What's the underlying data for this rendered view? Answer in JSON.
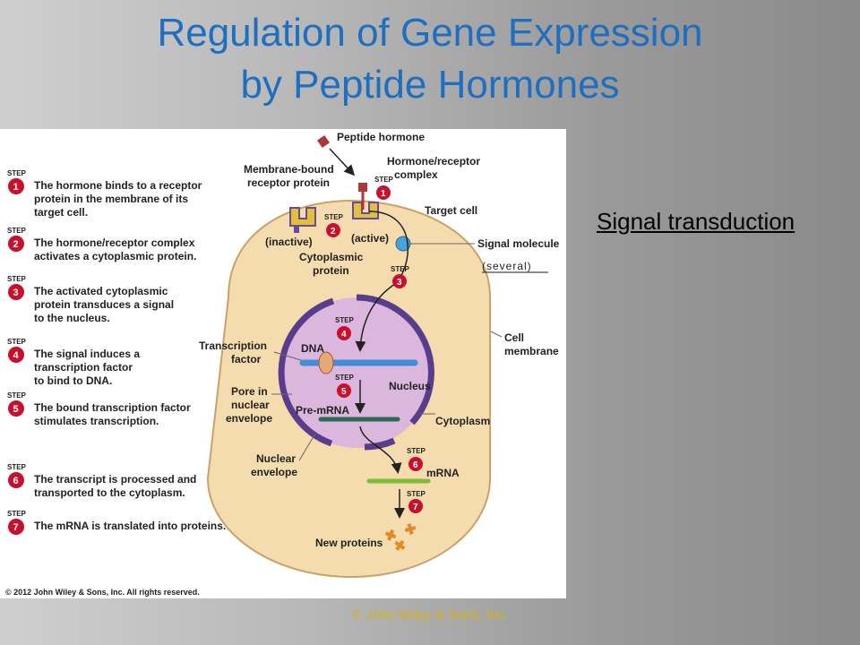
{
  "slide": {
    "title_line1": "Regulation of Gene Expression",
    "title_line2": "by Peptide Hormones",
    "side_label": "Signal transduction",
    "footer": "© John Wiley & Sons, Inc."
  },
  "figure": {
    "step_word": "STEP",
    "steps": [
      {
        "num": "1",
        "line1": "The hormone binds to a receptor",
        "line2": "protein in the membrane of its",
        "line3": "target cell."
      },
      {
        "num": "2",
        "line1": "The hormone/receptor complex",
        "line2": "activates a cytoplasmic protein.",
        "line3": ""
      },
      {
        "num": "3",
        "line1": "The activated cytoplasmic",
        "line2": "protein transduces a signal",
        "line3": "to the nucleus."
      },
      {
        "num": "4",
        "line1": "The signal induces a",
        "line2": "transcription factor",
        "line3": "to bind to DNA."
      },
      {
        "num": "5",
        "line1": "The bound transcription factor",
        "line2": "stimulates transcription.",
        "line3": ""
      },
      {
        "num": "6",
        "line1": "The transcript is processed and",
        "line2": "transported to the cytoplasm.",
        "line3": ""
      },
      {
        "num": "7",
        "line1": "The mRNA is translated into proteins.",
        "line2": "",
        "line3": ""
      }
    ],
    "copyright": "© 2012 John Wiley & Sons, Inc. All rights reserved.",
    "labels": {
      "peptide_hormone": "Peptide hormone",
      "hormone_receptor_1": "Hormone/receptor",
      "hormone_receptor_2": "complex",
      "membrane_bound_1": "Membrane-bound",
      "membrane_bound_2": "receptor protein",
      "target_cell": "Target cell",
      "inactive": "(inactive)",
      "active": "(active)",
      "signal_molecule": "Signal molecule",
      "several": "(several)",
      "cytoplasmic_1": "Cytoplasmic",
      "cytoplasmic_2": "protein",
      "transcription_factor_1": "Transcription",
      "transcription_factor_2": "factor",
      "dna": "DNA",
      "cell_membrane_1": "Cell",
      "cell_membrane_2": "membrane",
      "pore_1": "Pore in",
      "pore_2": "nuclear",
      "pore_3": "envelope",
      "nucleus": "Nucleus",
      "pre_mrna": "Pre-mRNA",
      "cytoplasm": "Cytoplasm",
      "nuclear_envelope_1": "Nuclear",
      "nuclear_envelope_2": "envelope",
      "mrna": "mRNA",
      "new_proteins": "New proteins"
    }
  },
  "colors": {
    "title": "#1f6fc0",
    "footer": "#d4b21c",
    "cell": "#f4dcae",
    "cell_edge": "#c9a26a",
    "nucleus": "#dcb7dd",
    "nuclear_envelope": "#5a3c8c",
    "dna": "#3f8ed8",
    "pre_mrna": "#2d6a55",
    "mrna": "#7dbb3a",
    "step_badge": "#c8102e",
    "protein": "#e08a2a",
    "signal": "#4aa3d8"
  }
}
